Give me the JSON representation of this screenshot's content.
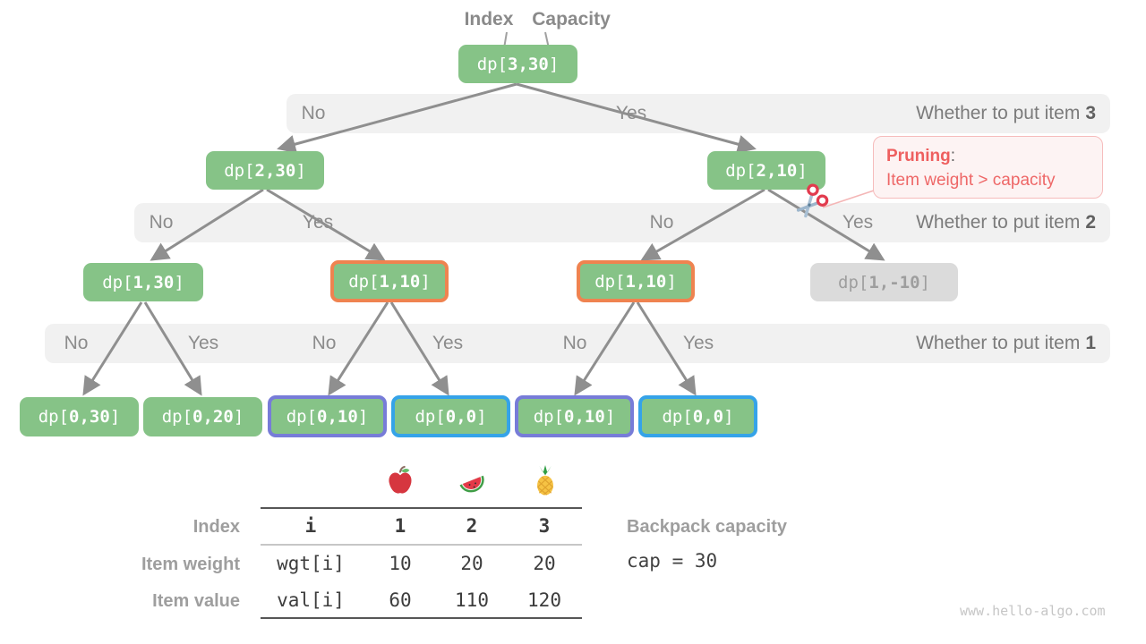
{
  "title_labels": {
    "index": "Index",
    "capacity": "Capacity"
  },
  "nodes": {
    "root": {
      "pre": "dp[",
      "num": "3,30",
      "post": "]"
    },
    "n2_30": {
      "pre": "dp[",
      "num": "2,30",
      "post": "]"
    },
    "n2_10": {
      "pre": "dp[",
      "num": "2,10",
      "post": "]"
    },
    "n1_30": {
      "pre": "dp[",
      "num": "1,30",
      "post": "]"
    },
    "n1_10a": {
      "pre": "dp[",
      "num": "1,10",
      "post": "]"
    },
    "n1_10b": {
      "pre": "dp[",
      "num": "1,10",
      "post": "]"
    },
    "n1_n10": {
      "pre": "dp[",
      "num": "1,-10",
      "post": "]"
    },
    "n0_30": {
      "pre": "dp[",
      "num": "0,30",
      "post": "]"
    },
    "n0_20": {
      "pre": "dp[",
      "num": "0,20",
      "post": "]"
    },
    "n0_10a": {
      "pre": "dp[",
      "num": "0,10",
      "post": "]"
    },
    "n0_0a": {
      "pre": "dp[",
      "num": "0,0",
      "post": "]"
    },
    "n0_10b": {
      "pre": "dp[",
      "num": "0,10",
      "post": "]"
    },
    "n0_0b": {
      "pre": "dp[",
      "num": "0,0",
      "post": "]"
    }
  },
  "bands": [
    {
      "labels": [
        "No",
        "Yes"
      ],
      "caption": "Whether to put item",
      "item": "3"
    },
    {
      "labels": [
        "No",
        "Yes",
        "No",
        "Yes"
      ],
      "caption": "Whether to put item",
      "item": "2"
    },
    {
      "labels": [
        "No",
        "Yes",
        "No",
        "Yes",
        "No",
        "Yes"
      ],
      "caption": "Whether to put item",
      "item": "1"
    }
  ],
  "pruning": {
    "title": "Pruning",
    "colon": ":",
    "body": "Item weight > capacity"
  },
  "table": {
    "fruit_icons": [
      "apple-icon",
      "watermelon-icon",
      "pineapple-icon"
    ],
    "rows": [
      {
        "label": "Index",
        "cells": [
          "i",
          "1",
          "2",
          "3"
        ]
      },
      {
        "label": "Item weight",
        "cells": [
          "wgt[i]",
          "10",
          "20",
          "20"
        ]
      },
      {
        "label": "Item value",
        "cells": [
          "val[i]",
          "60",
          "110",
          "120"
        ]
      }
    ]
  },
  "capacity_info": {
    "label": "Backpack capacity",
    "value": "cap = 30"
  },
  "watermark": "www.hello-algo.com",
  "colors": {
    "node_green": "#86c387",
    "node_gray_bg": "#dbdbdb",
    "orange_border": "#ef8350",
    "purple_border": "#777cd8",
    "blue_border": "#35a3e8",
    "band_bg": "#f1f1f1",
    "arrow_gray": "#8f8f8f",
    "pruning_red": "#ee6767"
  }
}
